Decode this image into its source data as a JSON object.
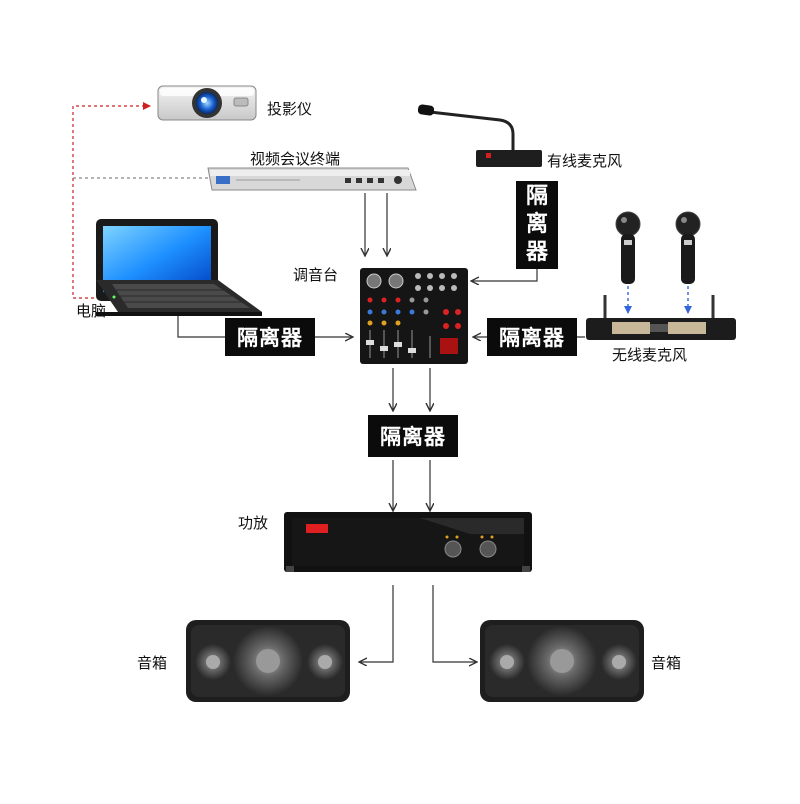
{
  "labels": {
    "projector": "投影仪",
    "video_terminal": "视频会议终端",
    "wired_mic": "有线麦克风",
    "computer": "电脑",
    "mixer": "调音台",
    "wireless_mic": "无线麦克风",
    "amplifier": "功放",
    "speaker_left": "音箱",
    "speaker_right": "音箱"
  },
  "isolators": {
    "wired_mic_chars": [
      "隔",
      "离",
      "器"
    ],
    "computer": "隔离器",
    "wireless": "隔离器",
    "output": "隔离器"
  },
  "colors": {
    "signal_line": "#333333",
    "projector_link": "#cc2222",
    "terminal_link": "#888888",
    "wireless_link": "#3366dd",
    "isolator_bg": "#0b0b0b",
    "screen_blue": "#1e90ff"
  }
}
